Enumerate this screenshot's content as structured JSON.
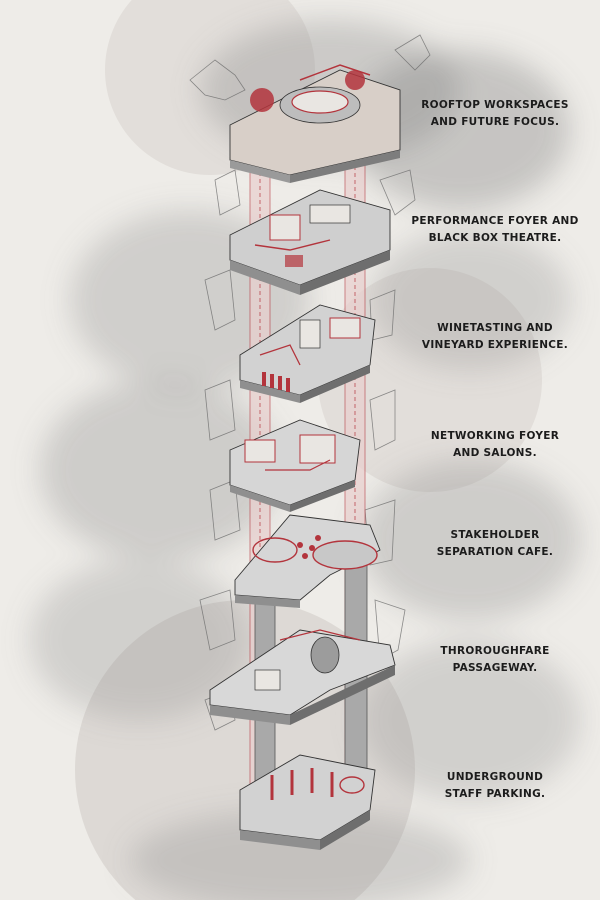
{
  "colors": {
    "accent": "#b3343c",
    "accent_light": "#e3b6b3",
    "concrete": "#bdbdbd",
    "concrete_dark": "#7d7d7d",
    "paper": "#eeece8",
    "smoke": "#8a8a8a"
  },
  "levels": [
    {
      "id": "rooftop",
      "lines": [
        "ROOFTOP WORKSPACES",
        "AND FUTURE FOCUS."
      ]
    },
    {
      "id": "performance",
      "lines": [
        "PERFORMANCE FOYER AND",
        "BLACK BOX THEATRE."
      ]
    },
    {
      "id": "winetasting",
      "lines": [
        "WINETASTING AND",
        "VINEYARD EXPERIENCE."
      ]
    },
    {
      "id": "networking",
      "lines": [
        "NETWORKING FOYER",
        "AND SALONS."
      ]
    },
    {
      "id": "stakeholder",
      "lines": [
        "STAKEHOLDER",
        "SEPARATION CAFE."
      ]
    },
    {
      "id": "thoroughfare",
      "lines": [
        "THROROUGHFARE",
        "PASSAGEWAY."
      ]
    },
    {
      "id": "underground",
      "lines": [
        "UNDERGROUND",
        "STAFF PARKING."
      ]
    }
  ]
}
